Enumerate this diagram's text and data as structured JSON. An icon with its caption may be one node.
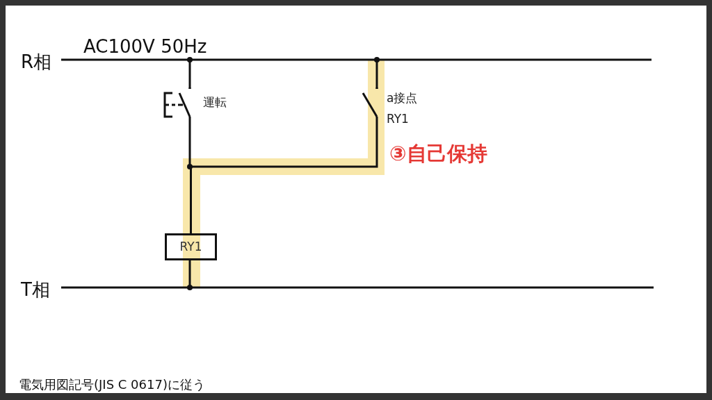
{
  "diagram": {
    "nodes": [
      {
        "text": [],
        "shape": "switch",
        "beside": [
          "運転"
        ]
      },
      {
        "text": [],
        "shape": "switch",
        "beside": [
          "a接点 RY1"
        ]
      },
      {
        "text": [
          "RY1"
        ]
      }
    ],
    "edges": [
      {
        "from": 0,
        "to": 2,
        "arrow": "none"
      },
      {
        "from": 1,
        "to": 2,
        "arrow": "none"
      }
    ],
    "labels": [
      "R相",
      "AC100V 50Hz",
      "③自己保持",
      "T相",
      "電気用図記号(JIS C 0617)に従う"
    ]
  }
}
